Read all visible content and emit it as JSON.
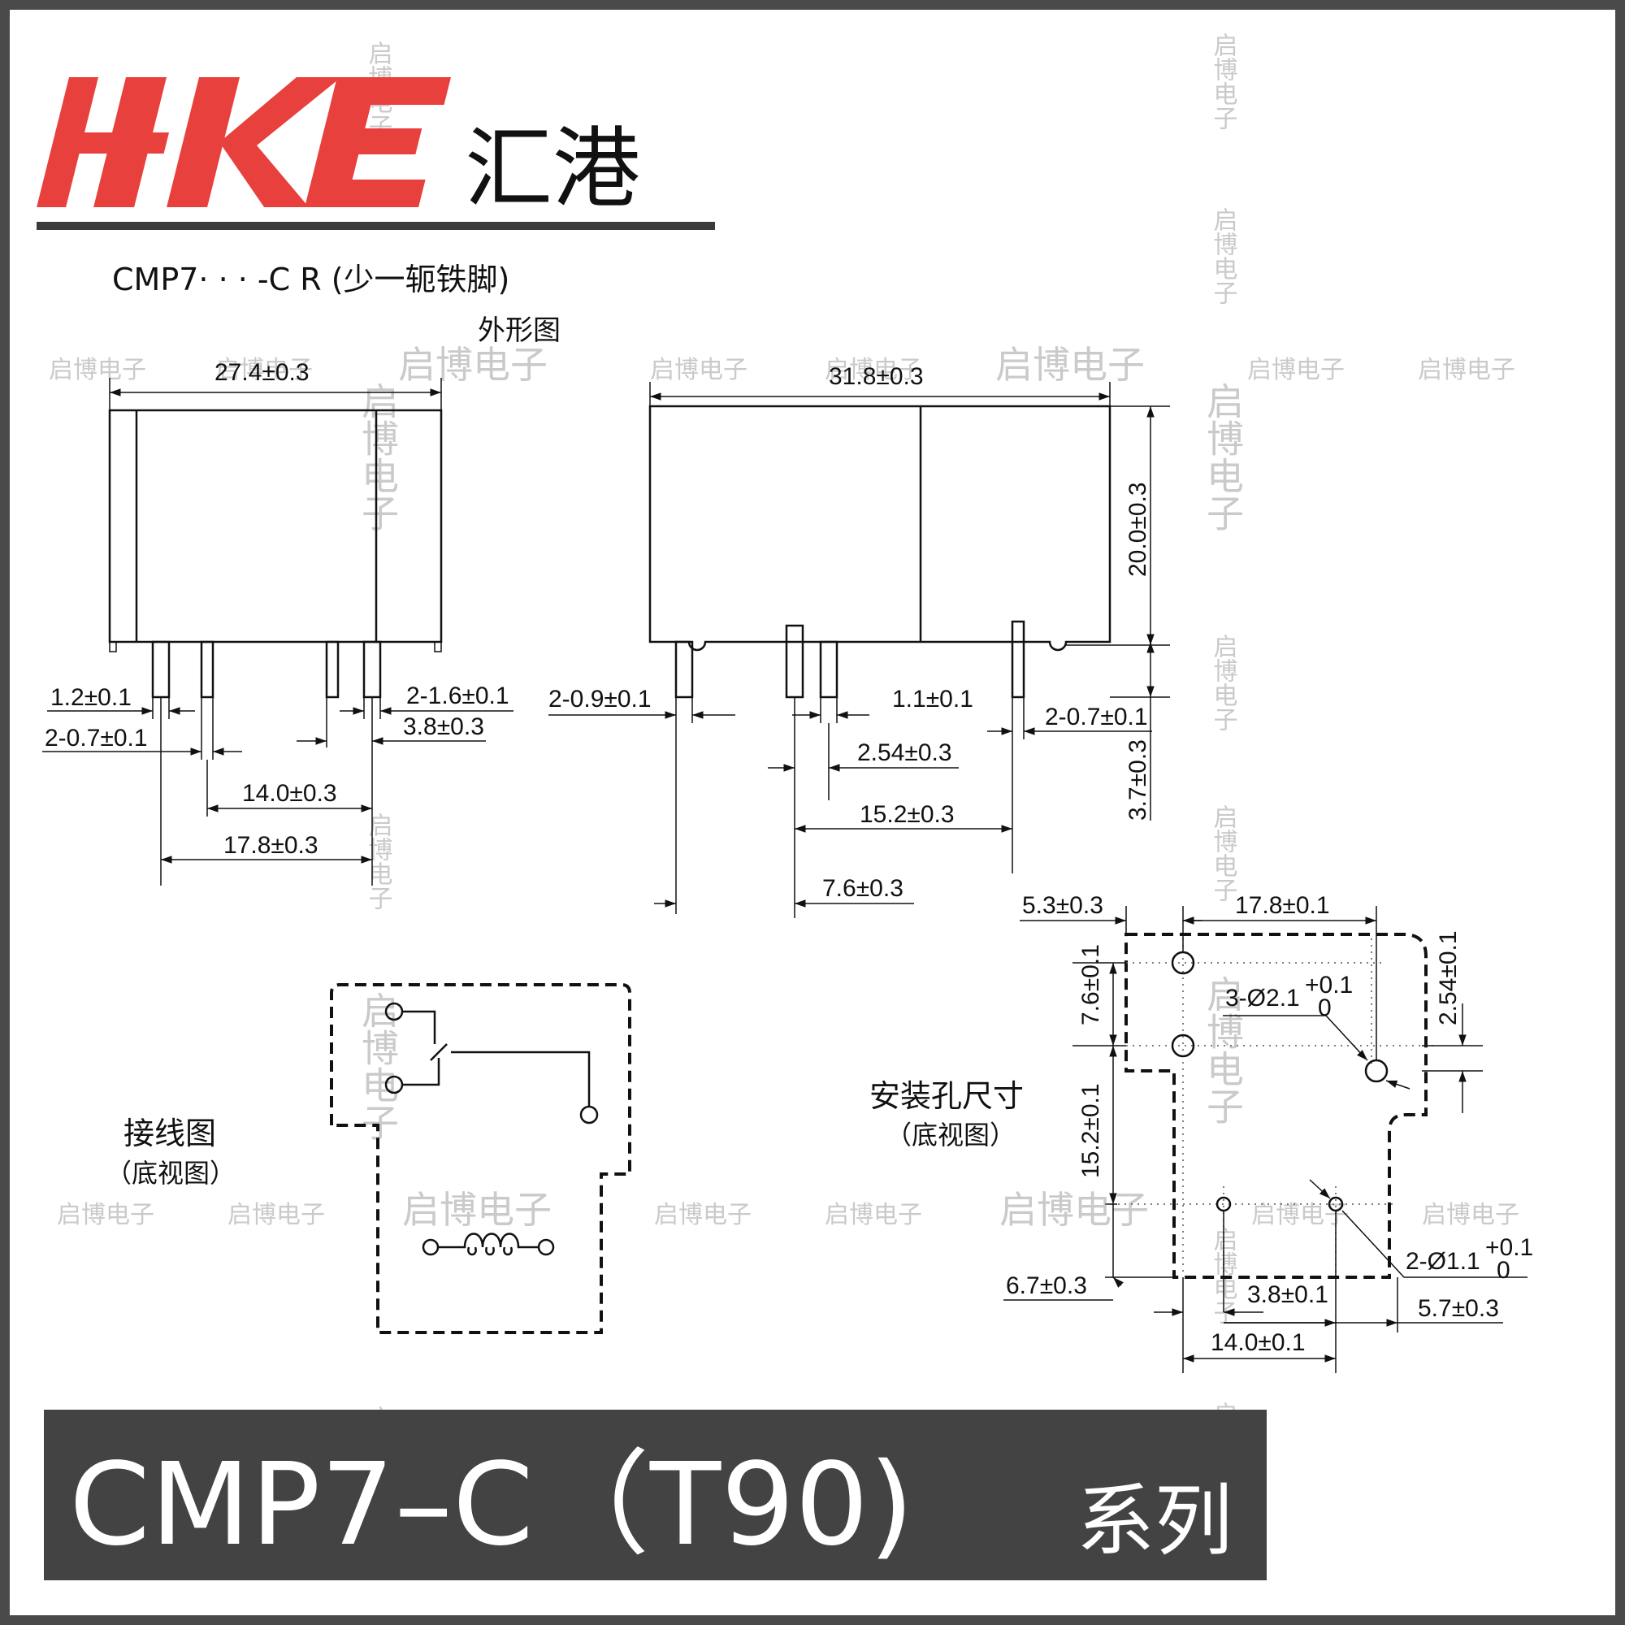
{
  "brand": {
    "logo_text": "HKE",
    "company_name": "汇港",
    "logo_color": "#e8403c"
  },
  "model_note": "CMP7· · · -C R (少一轭铁脚)",
  "outline_title": "外形图",
  "watermark_text": "启博电子",
  "dimensions": {
    "side_width": "27.4±0.3",
    "front_width": "31.8±0.3",
    "height": "20.0±0.3",
    "pin_1_2": "1.2±0.1",
    "pin_2_0_7": "2-0.7±0.1",
    "pin_2_1_6": "2-1.6±0.1",
    "pin_3_8": "3.8±0.3",
    "pin_14_0": "14.0±0.3",
    "pin_17_8": "17.8±0.3",
    "pin_2_0_9": "2-0.9±0.1",
    "pin_1_1": "1.1±0.1",
    "pin_2_0_7_front": "2-0.7±0.1",
    "pin_2_54": "2.54±0.3",
    "pin_15_2": "15.2±0.3",
    "pin_7_6": "7.6±0.3",
    "pin_len": "3.7±0.3"
  },
  "holes": {
    "title": "安装孔尺寸",
    "subtitle": "（底视图）",
    "d_5_3": "5.3±0.3",
    "d_17_8": "17.8±0.1",
    "d_2_54": "2.54±0.1",
    "d_7_6": "7.6±0.1",
    "d_15_2": "15.2±0.1",
    "d_6_7": "6.7±0.3",
    "d_3_8": "3.8±0.1",
    "d_14_0": "14.0±0.1",
    "d_5_7": "5.7±0.3",
    "big_hole": "3-Ø2.1",
    "small_hole": "2-Ø1.1",
    "tol_plus": "+0.1",
    "tol_zero": "0"
  },
  "wiring": {
    "title": "接线图",
    "subtitle": "（底视图）"
  },
  "footer": {
    "series_code": "CMP7–C（T90)",
    "series_word": "系列",
    "bg_color": "#434343"
  }
}
